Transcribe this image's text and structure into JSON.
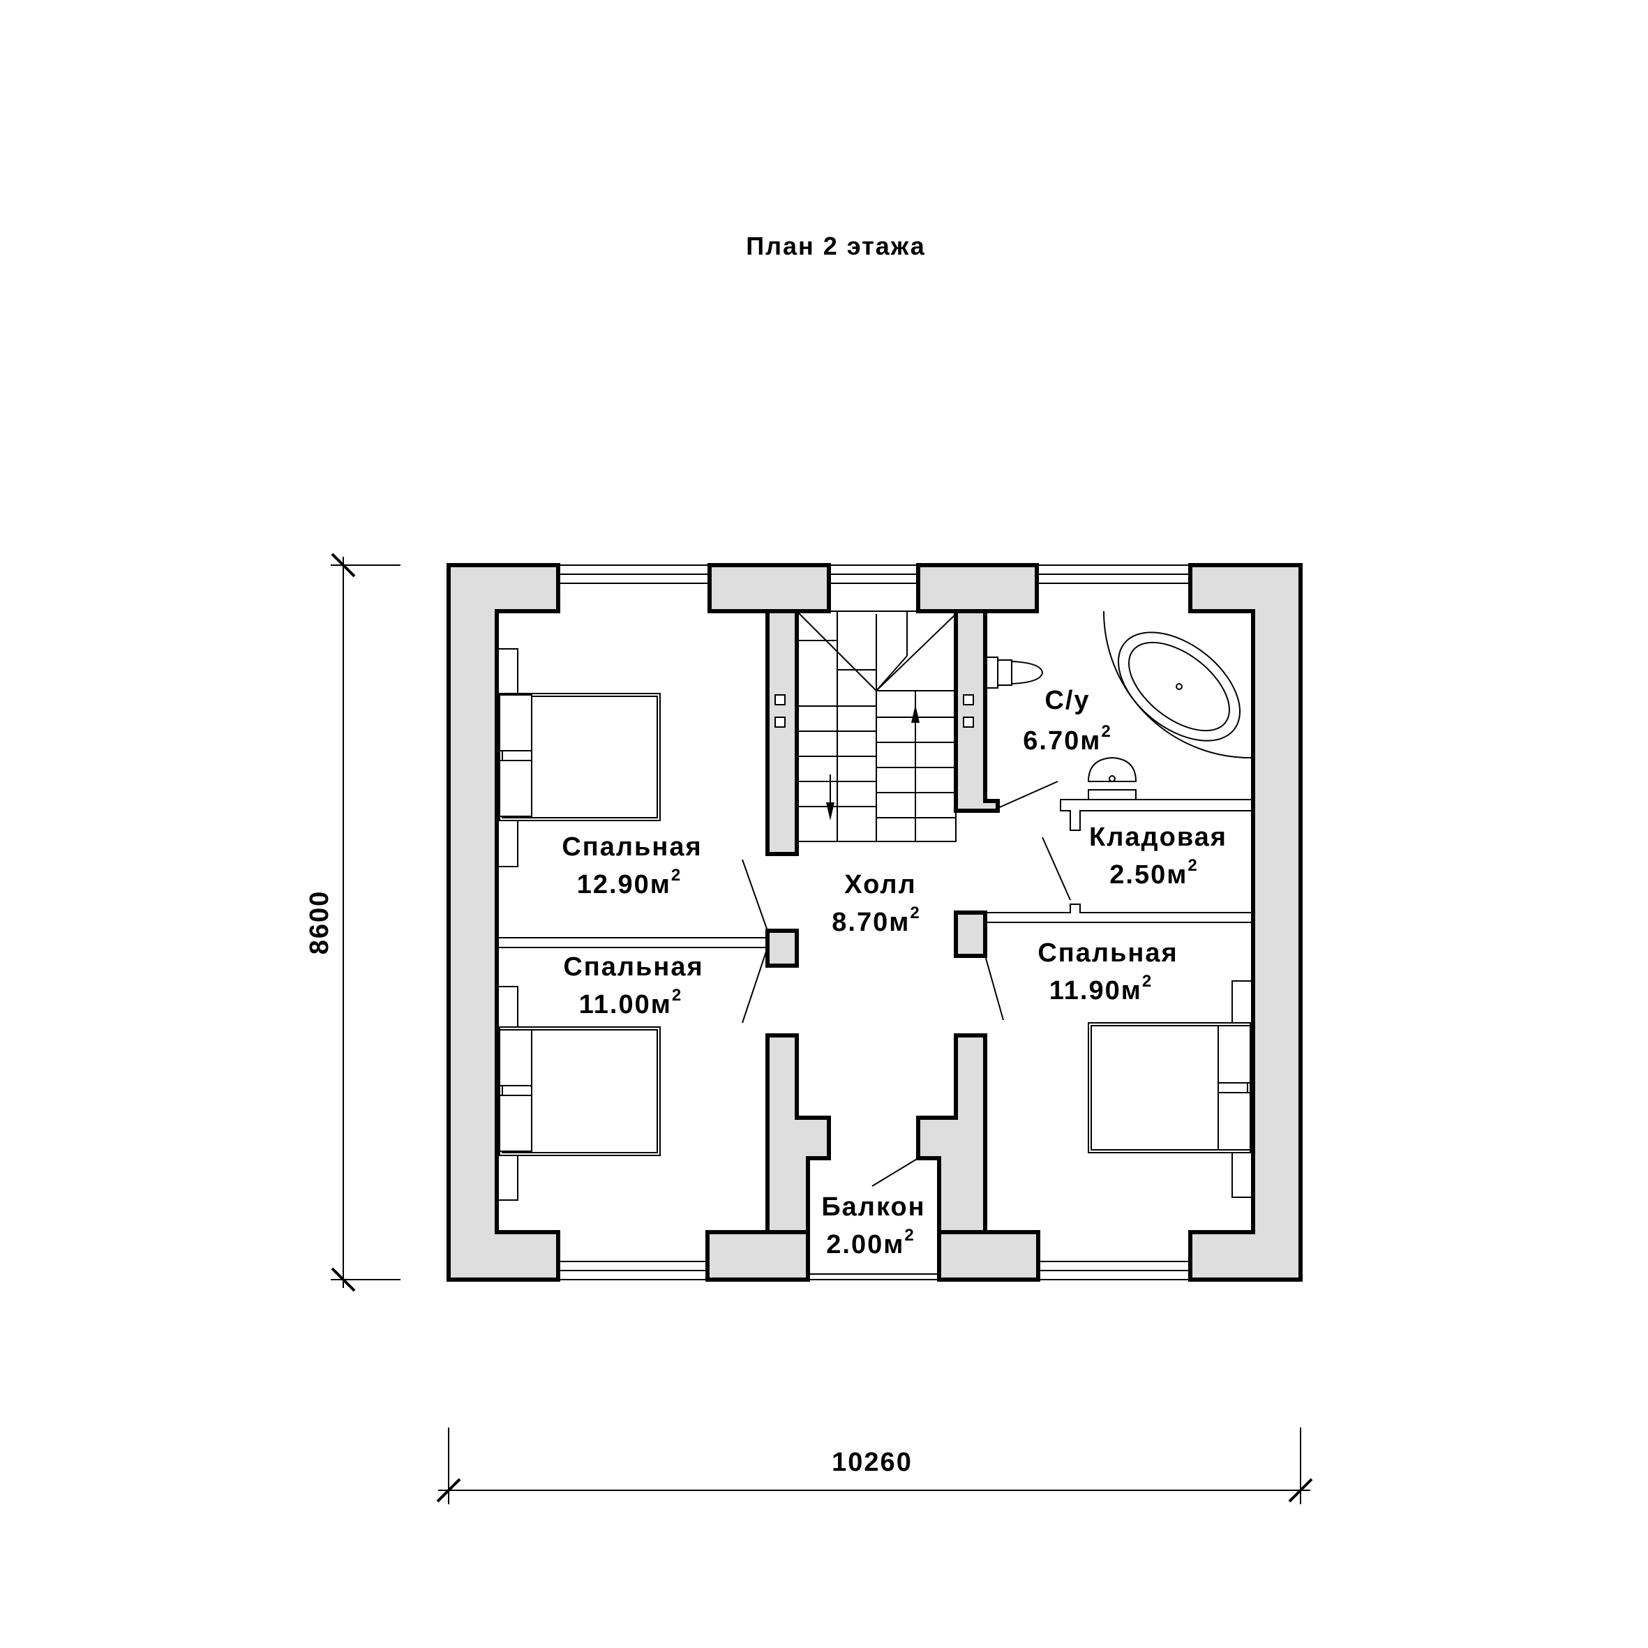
{
  "title": "План 2 этажа",
  "dimensions": {
    "height": "8600",
    "width": "10260"
  },
  "area_unit": "м",
  "area_unit_sup": "2",
  "rooms": [
    {
      "id": "bedroom-1",
      "name": "Спальная",
      "area": "12.90"
    },
    {
      "id": "bedroom-2",
      "name": "Спальная",
      "area": "11.00"
    },
    {
      "id": "hall",
      "name": "Холл",
      "area": "8.70"
    },
    {
      "id": "bathroom",
      "name": "С/у",
      "area": "6.70"
    },
    {
      "id": "storage",
      "name": "Кладовая",
      "area": "2.50"
    },
    {
      "id": "bedroom-3",
      "name": "Спальная",
      "area": "11.90"
    },
    {
      "id": "balcony",
      "name": "Балкон",
      "area": "2.00"
    }
  ],
  "colors": {
    "wall_fill": "#dedede",
    "line": "#000000",
    "background": "#ffffff"
  }
}
